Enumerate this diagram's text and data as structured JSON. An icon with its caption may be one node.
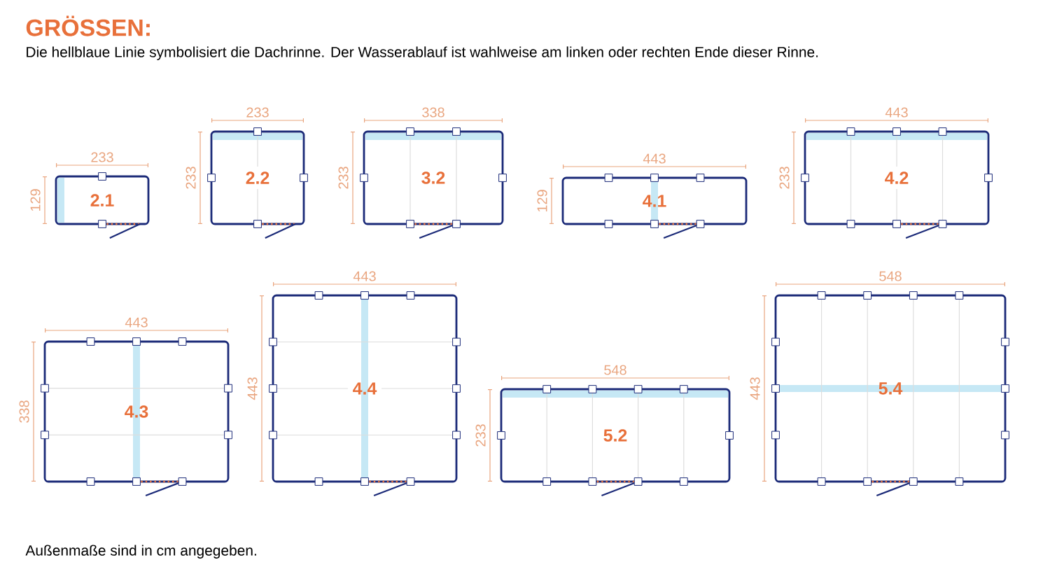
{
  "diagram": {
    "title": "GRÖSSEN:",
    "labels": [
      "Die hellblaue Linie symbolisiert die Dachrinne. Der Wasserablauf ist wahlweise am  linken oder rechten Ende dieser Rinne."
    ],
    "caption": "Außenmaße sind in cm angegeben.",
    "nodes": [
      {
        "text": [
          "2.1"
        ],
        "beside": [
          "233",
          "129"
        ]
      },
      {
        "text": [
          "2.2"
        ],
        "beside": [
          "233",
          "233"
        ]
      },
      {
        "text": [
          "3.2"
        ],
        "beside": [
          "338",
          "233"
        ]
      },
      {
        "text": [
          "4.1"
        ],
        "beside": [
          "443",
          "129"
        ]
      },
      {
        "text": [
          "4.2"
        ],
        "beside": [
          "443",
          "233"
        ]
      },
      {
        "text": [
          "4.3"
        ],
        "beside": [
          "443",
          "338"
        ]
      },
      {
        "text": [
          "4.4"
        ],
        "beside": [
          "443",
          "443"
        ]
      },
      {
        "text": [
          "5.2"
        ],
        "beside": [
          "548",
          "233"
        ]
      },
      {
        "text": [
          "5.4"
        ],
        "beside": [
          "548",
          "443"
        ]
      }
    ]
  }
}
